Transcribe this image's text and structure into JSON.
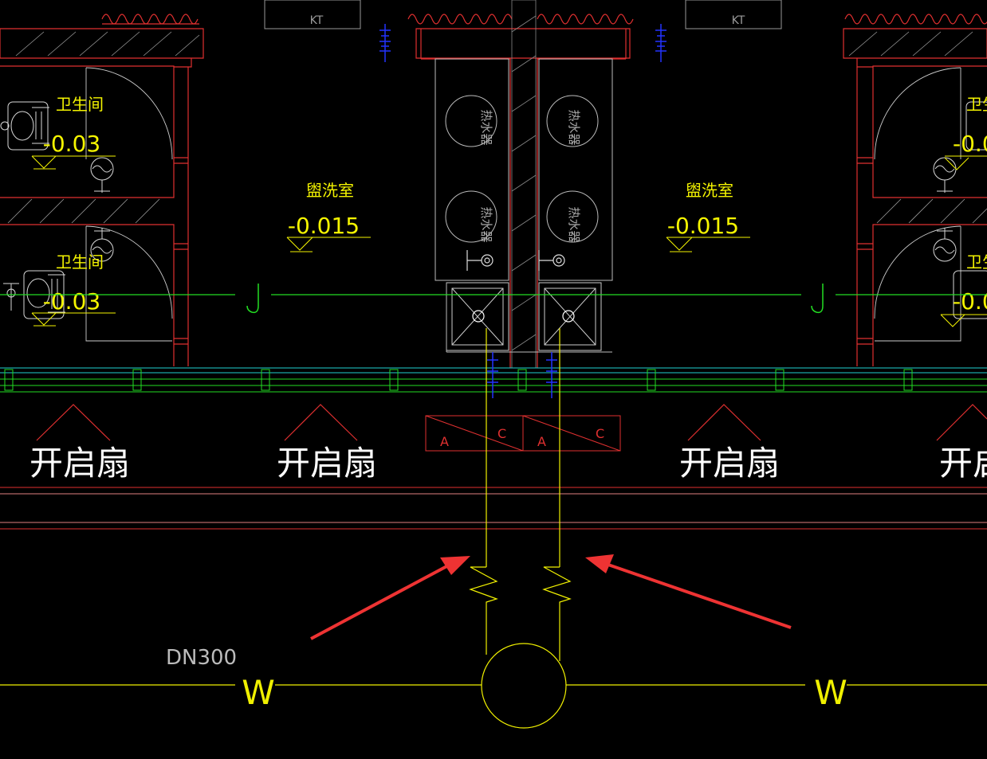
{
  "colors": {
    "background": "#000000",
    "wall": "#e03030",
    "fixture": "#d8d8d8",
    "label": "#f5f500",
    "water_line": "#22dd22",
    "cyan_line": "#20d0d0",
    "valve": "#2233ff",
    "drain_line": "#f0f000",
    "arrow": "#ee3333",
    "kt_box": "#999999",
    "text_white": "#ffffff"
  },
  "rooms": {
    "toilet": "卫生间",
    "washroom": "盥洗室"
  },
  "levels": {
    "toilet": "-0.03",
    "washroom": "-0.015"
  },
  "equipment": {
    "water_heater": "热水器",
    "ac_unit": "KT"
  },
  "pipes": {
    "supply_mark": "J",
    "drain_mark": "W",
    "drain_size": "DN300"
  },
  "window": {
    "opening_sash": "开启扇"
  },
  "shaft": {
    "label_a": "A",
    "label_c": "C"
  },
  "icons": [
    "red-arrow-icon",
    "floor-drain-icon",
    "valve-icon",
    "squat-toilet-icon",
    "mop-sink-icon"
  ]
}
